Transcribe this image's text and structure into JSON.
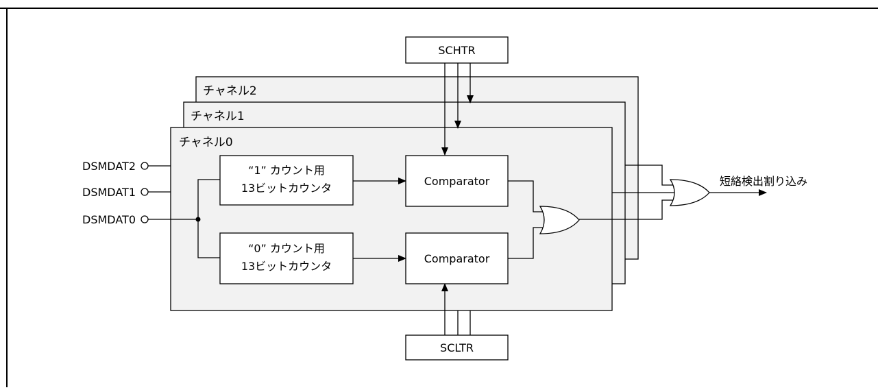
{
  "diagram": {
    "channels": [
      "チャネル2",
      "チャネル1",
      "チャネル0"
    ],
    "inputs": [
      "DSMDAT2",
      "DSMDAT1",
      "DSMDAT0"
    ],
    "top_register": "SCHTR",
    "bottom_register": "SCLTR",
    "counter1": {
      "line1": "“1” カウント用",
      "line2": "13ビットカウンタ"
    },
    "counter0": {
      "line1": "“0” カウント用",
      "line2": "13ビットカウンタ"
    },
    "comparator_label": "Comparator",
    "output_label": "短絡検出割り込み",
    "colors": {
      "channel_fill": "#f2f2f2",
      "stroke": "#000000",
      "box_fill": "#ffffff"
    }
  }
}
